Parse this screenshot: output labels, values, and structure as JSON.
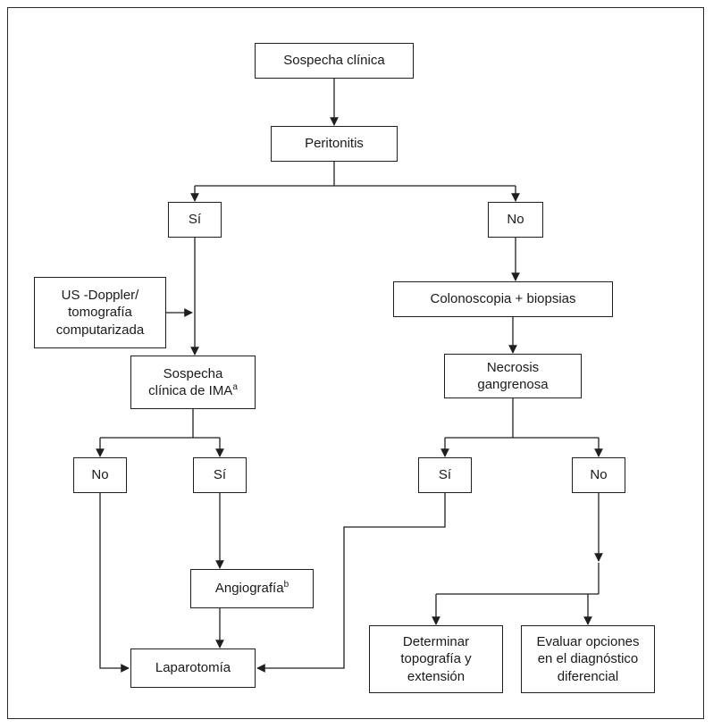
{
  "diagram": {
    "type": "flowchart",
    "language": "es",
    "colors": {
      "line": "#1f1f1f",
      "text": "#1a1a1a",
      "background": "#ffffff"
    },
    "nodes": {
      "sospecha_clinica": {
        "label": "Sospecha clínica"
      },
      "peritonitis": {
        "label": "Peritonitis"
      },
      "si_1": {
        "label": "Sí"
      },
      "no_1": {
        "label": "No"
      },
      "us_doppler": {
        "line1": "US -Doppler/",
        "line2": "tomografía",
        "line3": "computarizada"
      },
      "sospecha_ima": {
        "line1": "Sospecha",
        "line2": "clínica de IMA",
        "sup": "a"
      },
      "no_2": {
        "label": "No"
      },
      "si_2": {
        "label": "Sí"
      },
      "angiografia": {
        "label": "Angiografía",
        "sup": "b"
      },
      "laparotomia": {
        "label": "Laparotomía"
      },
      "colonoscopia": {
        "label": "Colonoscopia + biopsias"
      },
      "necrosis": {
        "line1": "Necrosis",
        "line2": "gangrenosa"
      },
      "si_3": {
        "label": "Sí"
      },
      "no_3": {
        "label": "No"
      },
      "determinar": {
        "line1": "Determinar",
        "line2": "topografía y",
        "line3": "extensión"
      },
      "evaluar": {
        "line1": "Evaluar opciones",
        "line2": "en el diagnóstico",
        "line3": "diferencial"
      }
    }
  }
}
